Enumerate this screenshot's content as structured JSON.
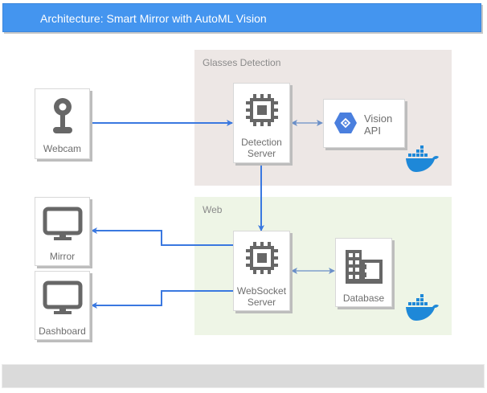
{
  "header": {
    "title": "Architecture: Smart Mirror with AutoML Vision",
    "color": "#4495ef"
  },
  "groups": {
    "glasses_detection": {
      "label": "Glasses Detection",
      "color": "#ede7e5"
    },
    "web": {
      "label": "Web",
      "color": "#eef5e6"
    }
  },
  "nodes": {
    "webcam": {
      "label": "Webcam",
      "icon": "webcam-icon"
    },
    "mirror": {
      "label": "Mirror",
      "icon": "monitor-icon"
    },
    "dashboard": {
      "label": "Dashboard",
      "icon": "monitor-icon"
    },
    "detection_server": {
      "label_line1": "Detection",
      "label_line2": "Server",
      "icon": "cpu-chip-icon"
    },
    "vision_api": {
      "label_line1": "Vision",
      "label_line2": "API",
      "icon": "google-cloud-vision-icon"
    },
    "websocket_server": {
      "label_line1": "WebSocket",
      "label_line2": "Server",
      "icon": "cpu-chip-icon"
    },
    "database": {
      "label": "Database",
      "icon": "building-database-icon"
    }
  },
  "edges": [
    {
      "from": "Webcam",
      "to": "Detection Server",
      "type": "one-way"
    },
    {
      "from": "Detection Server",
      "to": "Vision API",
      "type": "bidirectional"
    },
    {
      "from": "Detection Server",
      "to": "WebSocket Server",
      "type": "one-way"
    },
    {
      "from": "WebSocket Server",
      "to": "Database",
      "type": "bidirectional"
    },
    {
      "from": "WebSocket Server",
      "to": "Mirror",
      "type": "one-way"
    },
    {
      "from": "WebSocket Server",
      "to": "Dashboard",
      "type": "one-way"
    }
  ],
  "colors": {
    "edge": "#3a78e0",
    "bidirectional_edge": "#6a8fc8",
    "docker": "#1e88d8",
    "icon_gray": "#676767"
  }
}
